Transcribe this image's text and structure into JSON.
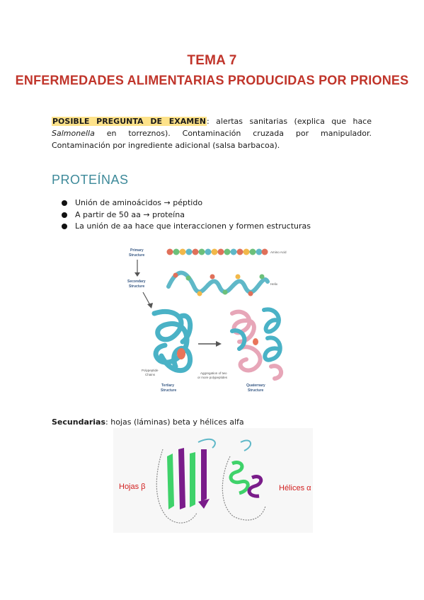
{
  "header": {
    "line1": "TEMA 7",
    "line2": "ENFERMEDADES ALIMENTARIAS PRODUCIDAS POR PRIONES"
  },
  "exam": {
    "label": "POSIBLE PREGUNTA DE EXAMEN",
    "colon": ":",
    "text_a": " alertas sanitarias (explica que hace ",
    "italic": "Salmonella",
    "text_b": " en torreznos). Contaminación cruzada por manipulador. Contaminación por ingrediente adicional (salsa barbacoa)."
  },
  "section": {
    "title": "PROTEÍNAS",
    "bullets": [
      "Unión de aminoácidos → péptido",
      "A partir de 50 aa → proteína",
      "La unión de aa hace que interaccionen y formen estructuras"
    ]
  },
  "figure1": {
    "primary": [
      "Primary",
      "Structure"
    ],
    "secondary": [
      "Secondary",
      "Structure"
    ],
    "amino": "Amino Acid",
    "helix": "Helix",
    "polypeptide": [
      "Polypeptide",
      "Chains"
    ],
    "aggregation": [
      "Aggregation of two",
      "or more polypeptides"
    ],
    "tertiary": [
      "Tertiary",
      "Structure"
    ],
    "quaternary": [
      "Quaternary",
      "Structure"
    ]
  },
  "secundarias": {
    "label": "Secundarias",
    "text": ": hojas (láminas) beta y hélices alfa"
  },
  "figure2": {
    "left_label": "Hojas β",
    "right_label": "Hélices α"
  }
}
